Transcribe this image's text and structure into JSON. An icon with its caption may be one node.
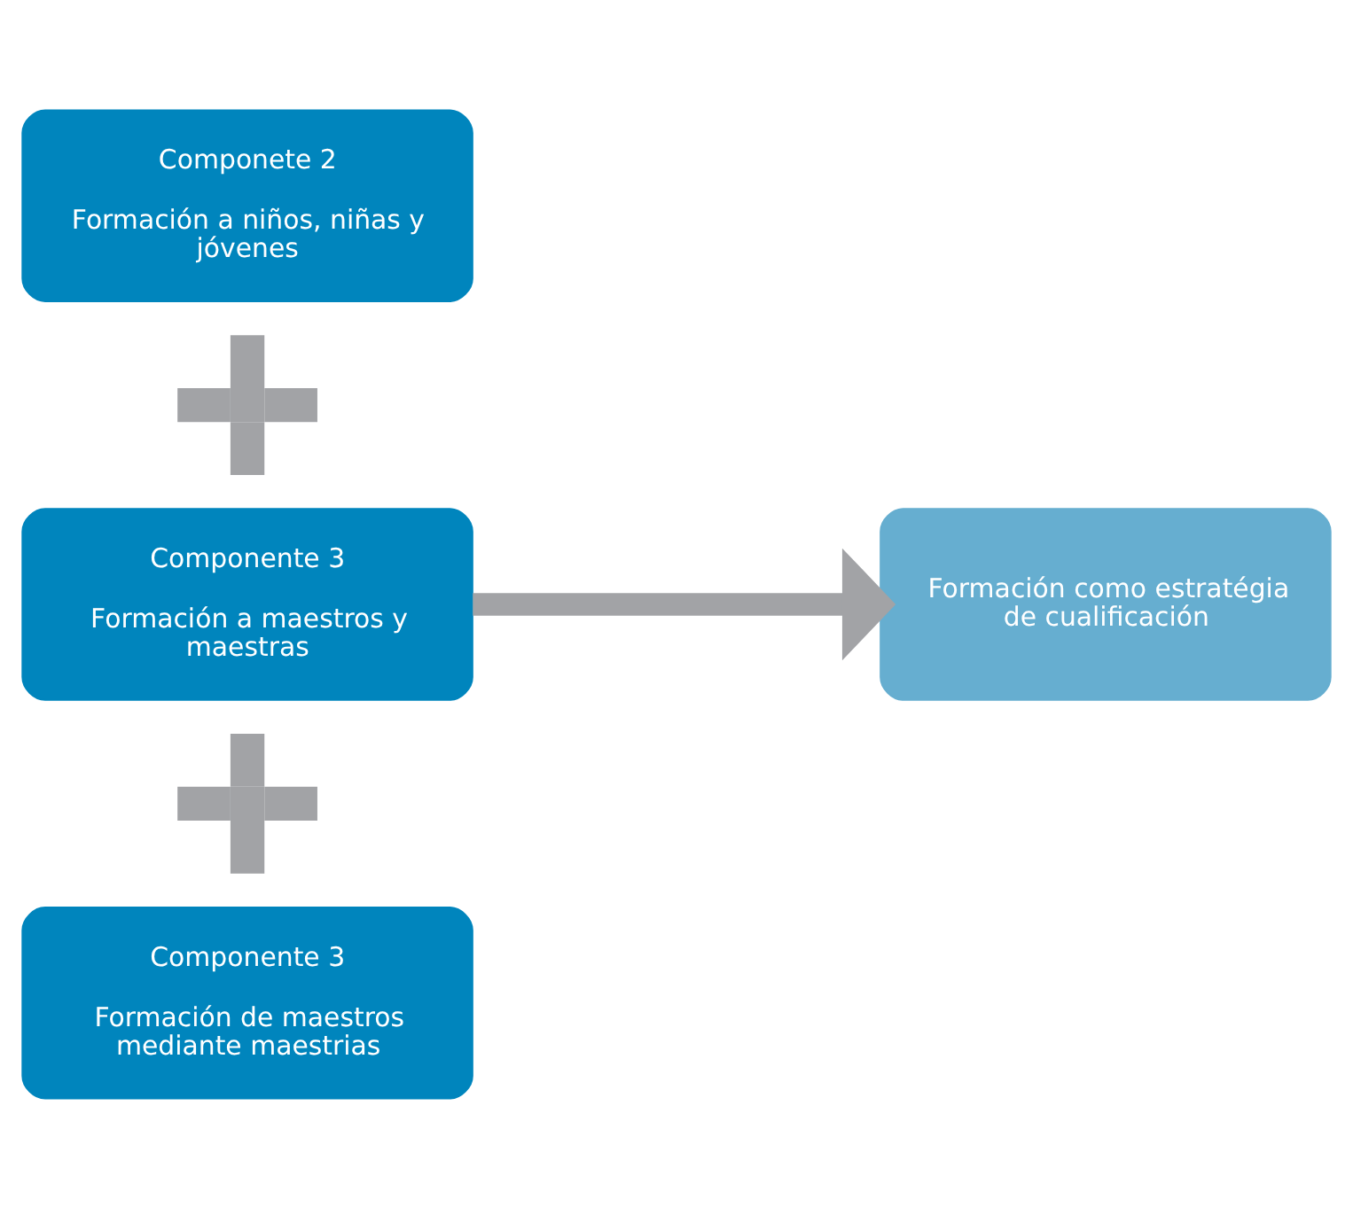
{
  "diagram": {
    "nodes": [
      {
        "text": [
          "Componete 2",
          "Formación a niños, niñas y jóvenes"
        ]
      },
      {
        "text": [],
        "shape": "plus"
      },
      {
        "text": [
          "Componente 3",
          "Formación a maestros y maestras"
        ]
      },
      {
        "text": [],
        "shape": "plus"
      },
      {
        "text": [
          "Componente 3",
          "Formación de maestros mediante maestrias"
        ]
      },
      {
        "text": [
          "Formación como estratégia de cualificación"
        ]
      }
    ],
    "edges": [
      {
        "from": 2,
        "to": 5,
        "arrow": "to",
        "color": "#a2a3a6"
      }
    ]
  }
}
